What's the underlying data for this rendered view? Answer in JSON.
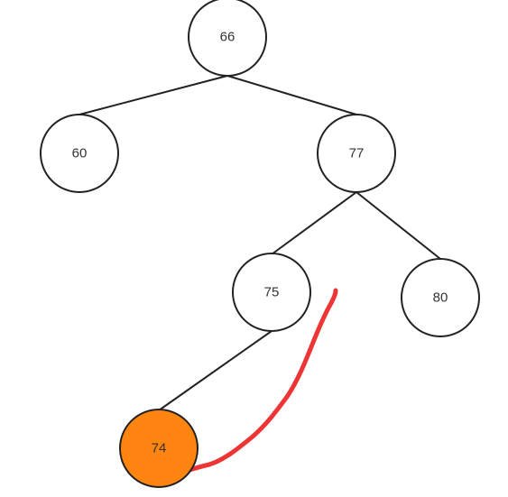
{
  "diagram": {
    "type": "binary-tree",
    "nodes": [
      {
        "id": "n66",
        "label": "66",
        "highlighted": false
      },
      {
        "id": "n60",
        "label": "60",
        "highlighted": false
      },
      {
        "id": "n77",
        "label": "77",
        "highlighted": false
      },
      {
        "id": "n75",
        "label": "75",
        "highlighted": false
      },
      {
        "id": "n80",
        "label": "80",
        "highlighted": false
      },
      {
        "id": "n74",
        "label": "74",
        "highlighted": true
      }
    ],
    "edges": [
      {
        "from": "n66",
        "to": "n60"
      },
      {
        "from": "n66",
        "to": "n77"
      },
      {
        "from": "n77",
        "to": "n75"
      },
      {
        "from": "n77",
        "to": "n80"
      },
      {
        "from": "n75",
        "to": "n74"
      }
    ],
    "annotation": {
      "kind": "freehand-arrow",
      "from": "n74",
      "points_to": "n75-right-child"
    },
    "colors": {
      "node_fill": "#ffffff",
      "node_stroke": "#222222",
      "highlight_fill": "#ff8410",
      "edge": "#222222",
      "annotation": "#ee3535"
    }
  }
}
